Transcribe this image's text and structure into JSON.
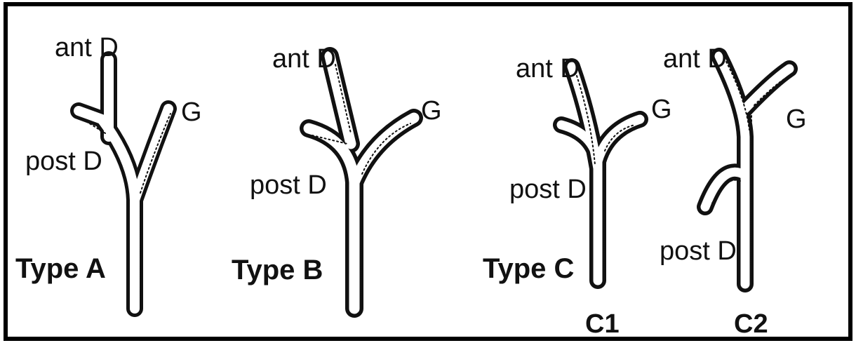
{
  "labels": {
    "ant_d": "ant D",
    "post_d": "post D",
    "g": "G",
    "type_a": "Type A",
    "type_b": "Type B",
    "type_c": "Type C",
    "c1": "C1",
    "c2": "C2"
  },
  "colors": {
    "ink": "#111111",
    "background": "#ffffff",
    "frame": "#000000"
  }
}
